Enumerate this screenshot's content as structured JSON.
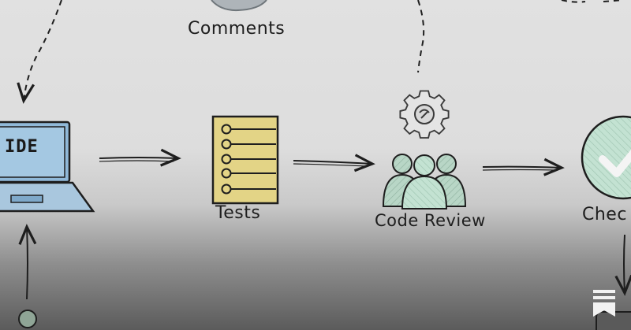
{
  "nodes": {
    "comments": {
      "label": "Comments"
    },
    "ide": {
      "label": "IDE"
    },
    "tests": {
      "label": "Tests"
    },
    "code_review": {
      "label": "Code Review"
    },
    "checks": {
      "label": "Chec"
    }
  },
  "colors": {
    "ink": "#1e1e1e",
    "ide_screen": "#8fb8d8",
    "tests_fill": "#e2d283",
    "review_people": "#b5d3c3",
    "check_fill": "#bfe0d0"
  },
  "icons": [
    "laptop-icon",
    "checklist-icon",
    "gear-icon",
    "people-icon",
    "checkmark-icon",
    "bookmark-icon"
  ]
}
